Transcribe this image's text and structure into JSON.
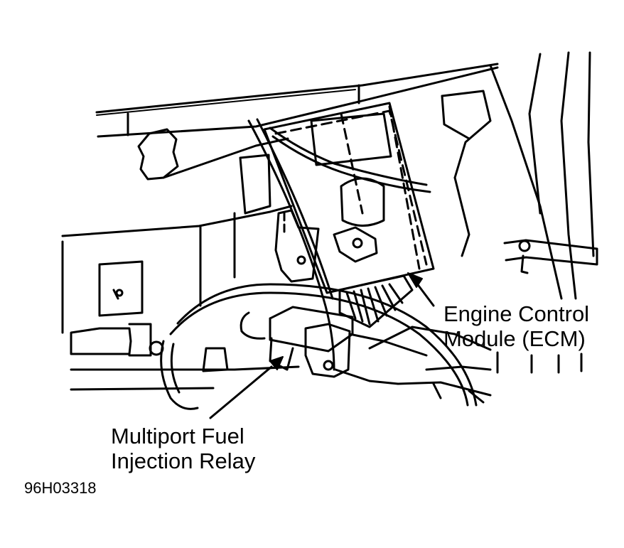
{
  "callouts": {
    "ecm": {
      "line1": "Engine Control",
      "line2": "Module (ECM)"
    },
    "relay": {
      "line1": "Multiport Fuel",
      "line2": "Injection Relay"
    }
  },
  "figure_code": "96H03318",
  "colors": {
    "ink": "#000000",
    "paper": "#ffffff"
  }
}
